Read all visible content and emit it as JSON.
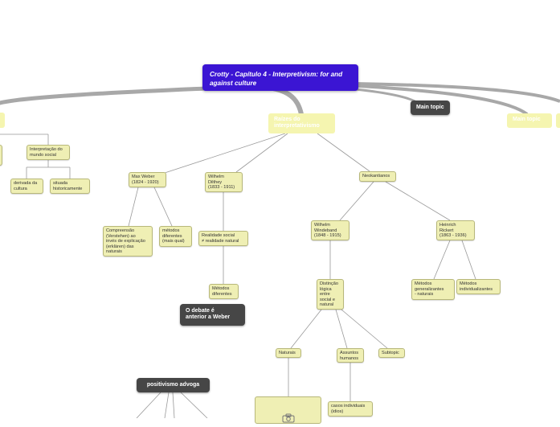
{
  "map": {
    "central": "Crotty - Capítulo 4 - Interpretivism: for and against culture",
    "raizes": "Raízes do\ninterpretativismo",
    "main_topic_dark": "Main topic",
    "main_topic_right": "Main topic",
    "interpretacao": "Interpretação do\nmundo social",
    "derivada": "derivada da\ncultura",
    "situada": "situada\nhistoricamente",
    "weber": "Max Weber\n(1824 - 1920)",
    "dilthey": "Wilhelm\nDilthey\n(1833 - 1911)",
    "neokantianos": "Neokantianos",
    "compreensao": "Compreensão\n(Verstehen) ao\ninvés de explicação\n(erklären) das\nnaturais",
    "metodos_dif_weber": "métodos\ndiferentes\n(mais qual)",
    "realidade": "Realidade social\n≠ realidade natural",
    "metodos_dif_dilthey": "Métodos\ndiferentes",
    "debate": "O debate é\nanterior a Weber",
    "windelband": "Wilhelm\nWindeband\n(1848 - 1915)",
    "rickert": "Heinrich\nRickert\n(1863 - 1936)",
    "distincao": "Distinção\nlógica\nentre\nsocial e\nnatural",
    "generalizantes": "Métodos\ngeneralizantes\n- naturais",
    "individualizantes": "Métodos\nindividualizantes",
    "naturais": "Naturais",
    "assuntos": "Assuntos\nhumanos",
    "subtopic": "Subtopic",
    "casos": "casos individuais\n(idios)",
    "positivismo": "positivismo advoga"
  },
  "icons": {
    "image_placeholder": "camera-icon"
  },
  "colors": {
    "central": "#3b15d3",
    "subtopic_fill": "#efefb4",
    "main_topic_fill": "#f5f5b0",
    "dark_topic": "#464646",
    "link": "#9a9a9a"
  }
}
